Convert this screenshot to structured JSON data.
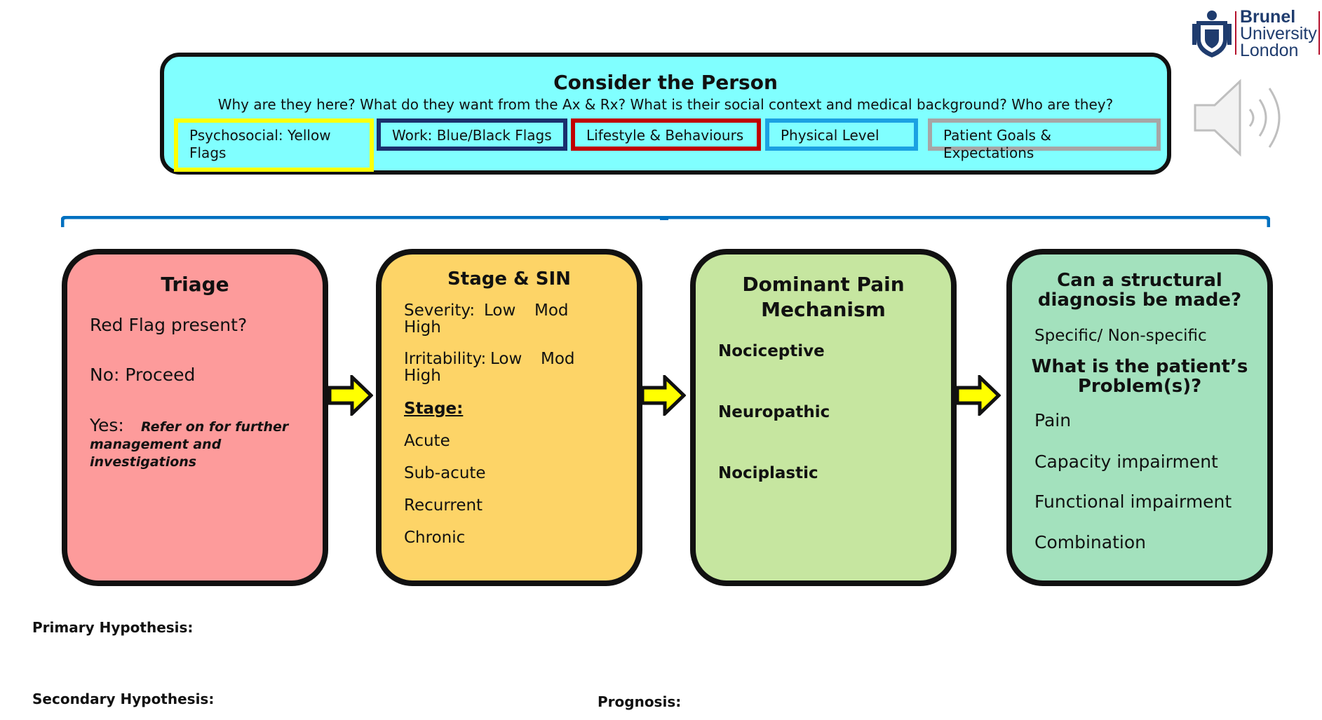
{
  "logo": {
    "line1": "Brunel",
    "line2": "University",
    "line3": "London"
  },
  "person": {
    "title": "Consider the Person",
    "subtitle": "Why are they here? What do they want from the Ax & Rx? What is their social context and medical background? Who are they?",
    "flags": {
      "yellow": "Psychosocial: Yellow Flags",
      "blue": "Work: Blue/Black Flags",
      "red": "Lifestyle & Behaviours",
      "physical": "Physical Level",
      "goals": "Patient Goals & Expectations"
    }
  },
  "triage": {
    "title": "Triage",
    "q": "Red Flag present?",
    "no": "No: Proceed",
    "yes": "Yes:",
    "yes_detail": "Refer on for further management and investigations"
  },
  "stage": {
    "title": "Stage & SIN",
    "severity_label": "Severity:",
    "severity_low": "Low",
    "severity_mod": "Mod",
    "severity_high": "High",
    "irritability_label": "Irritability:",
    "irritability_low": "Low",
    "irritability_mod": "Mod",
    "irritability_high": "High",
    "stage_label": "Stage:",
    "items": [
      "Acute",
      "Sub-acute",
      "Recurrent",
      "Chronic"
    ]
  },
  "pain": {
    "title_line1": "Dominant Pain",
    "title_line2": "Mechanism",
    "items": [
      "Nociceptive",
      "Neuropathic",
      "Nociplastic"
    ]
  },
  "structural": {
    "title_line1": "Can a structural",
    "title_line2": "diagnosis be made?",
    "specific": "Specific/ Non-specific",
    "problem_line1": "What is the patient’s",
    "problem_line2": "Problem(s)?",
    "items": [
      "Pain",
      "Capacity impairment",
      "Functional impairment",
      "Combination"
    ]
  },
  "bottom": {
    "primary": "Primary Hypothesis:",
    "secondary": "Secondary Hypothesis:",
    "prognosis": "Prognosis:"
  },
  "colors": {
    "person_bg": "#80ffff",
    "triage_bg": "#fd9b9b",
    "stage_bg": "#fdd467",
    "pain_bg": "#c6e6a0",
    "struct_bg": "#a3e1bd",
    "connector": "#0070c0",
    "arrow_fill": "#ffff00"
  }
}
